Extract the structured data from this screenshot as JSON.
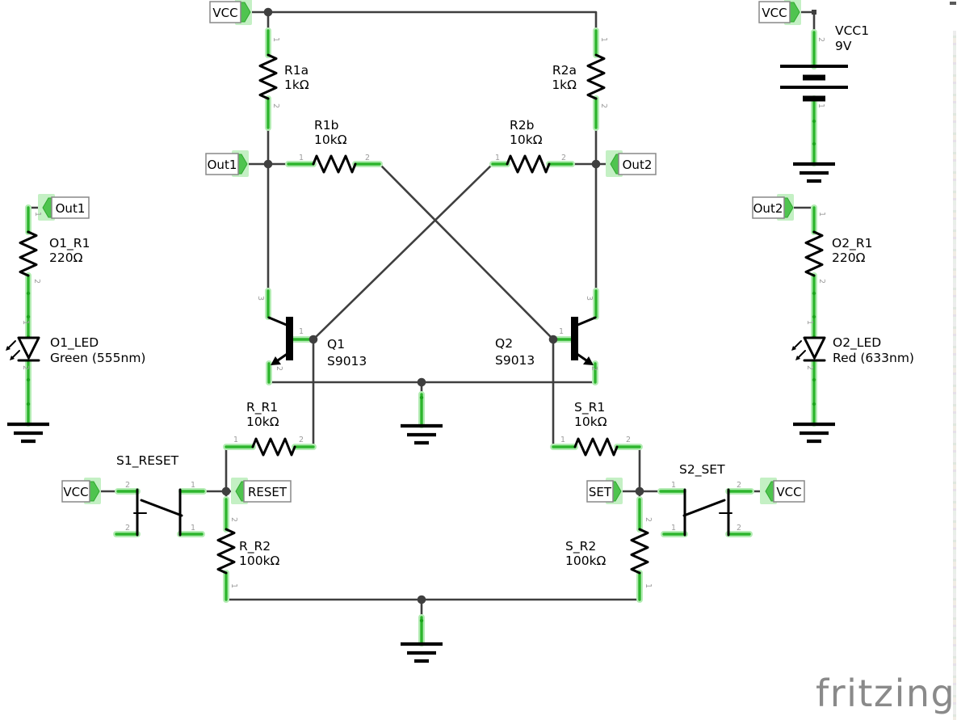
{
  "canvas": {
    "watermark": "fritzing",
    "background": "#ffffff"
  },
  "colors": {
    "wire": "#3f3f3f",
    "component": "#000000",
    "pin_highlight": "#2db52d",
    "pin_glow": "#b4ecb4",
    "flag_arrow_fill": "#4fc44f",
    "flag_glow": "#c4f0c4",
    "pin_number_text": "#9c9c9c",
    "watermark_text": "#8a8a8a"
  },
  "pins": {
    "p1": "1",
    "p2": "2",
    "p3": "3"
  },
  "flags": {
    "vcc": "VCC",
    "out1": "Out1",
    "out2": "Out2",
    "reset": "RESET",
    "set": "SET"
  },
  "components": {
    "r1a": {
      "label": "R1a",
      "value": "1kΩ"
    },
    "r2a": {
      "label": "R2a",
      "value": "1kΩ"
    },
    "r1b": {
      "label": "R1b",
      "value": "10kΩ"
    },
    "r2b": {
      "label": "R2b",
      "value": "10kΩ"
    },
    "q1": {
      "label": "Q1",
      "value": "S9013"
    },
    "q2": {
      "label": "Q2",
      "value": "S9013"
    },
    "o1_r1": {
      "label": "O1_R1",
      "value": "220Ω"
    },
    "o1_led": {
      "label": "O1_LED",
      "value": "Green (555nm)"
    },
    "o2_r1": {
      "label": "O2_R1",
      "value": "220Ω"
    },
    "o2_led": {
      "label": "O2_LED",
      "value": "Red (633nm)"
    },
    "r_r1": {
      "label": "R_R1",
      "value": "10kΩ"
    },
    "r_r2": {
      "label": "R_R2",
      "value": "100kΩ"
    },
    "s_r1": {
      "label": "S_R1",
      "value": "10kΩ"
    },
    "s_r2": {
      "label": "S_R2",
      "value": "100kΩ"
    },
    "s1": {
      "label": "S1_RESET"
    },
    "s2": {
      "label": "S2_SET"
    },
    "vcc1": {
      "label": "VCC1",
      "value": "9V"
    }
  }
}
